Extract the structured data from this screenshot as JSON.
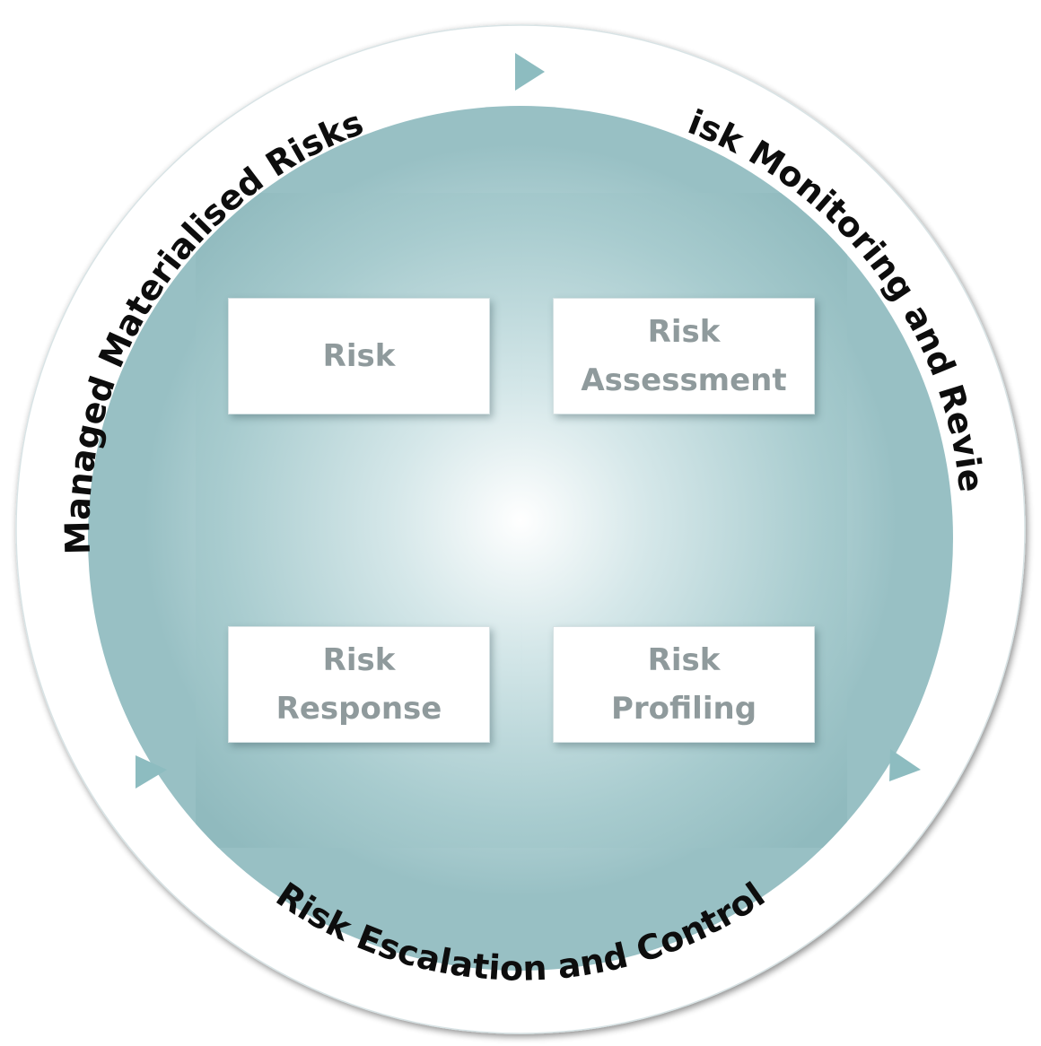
{
  "ring_labels": {
    "top_left": "Managed Materialised Risks",
    "top_right": "Risk Monitoring and Review",
    "bottom": "Risk Escalation and Control"
  },
  "quadrants": {
    "top_left": {
      "line1": "Risk",
      "line2": ""
    },
    "top_right": {
      "line1": "Risk",
      "line2": "Assessment"
    },
    "bottom_left": {
      "line1": "Risk",
      "line2": "Response"
    },
    "bottom_right": {
      "line1": "Risk",
      "line2": "Profiling"
    }
  },
  "colors": {
    "teal": "#9cc3c6",
    "teal_dark": "#86b3b7",
    "arrow": "#8dbcc0",
    "ring_text": "#0d0d0d",
    "card_text": "#8f9a9c"
  },
  "icons": [
    "arrow-right-icon",
    "arrow-right-icon",
    "arrow-right-icon"
  ]
}
